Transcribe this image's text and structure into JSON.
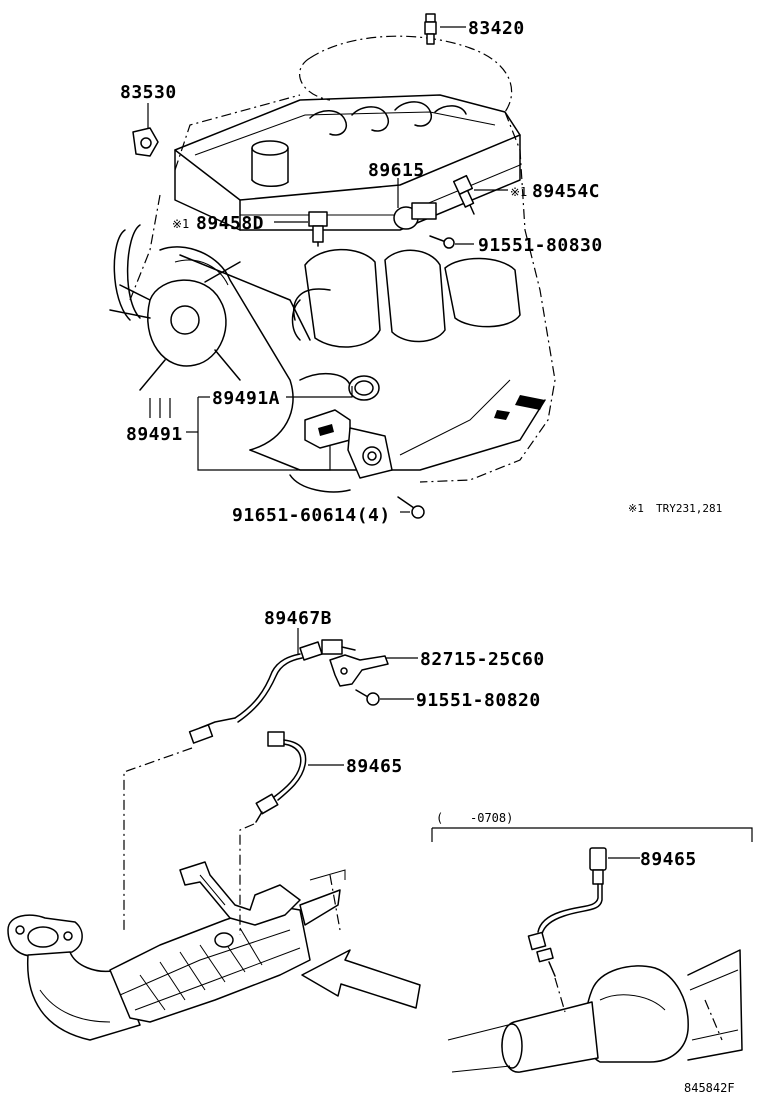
{
  "labels": {
    "p83420": "83420",
    "p83530": "83530",
    "p89615": "89615",
    "p89454C": "89454C",
    "p89458D": "89458D",
    "p91551_80830": "91551-80830",
    "p89491A": "89491A",
    "p89491": "89491",
    "p91651": "91651-60614(4)",
    "p89467B": "89467B",
    "p82715": "82715-25C60",
    "p91551_80820": "91551-80820",
    "p89465_main": "89465",
    "p89465_inset": "89465"
  },
  "notes": {
    "mark_a": "※1",
    "mark_b": "※1",
    "footnote_mark": "※1",
    "footnote_text": "TRY231,281",
    "range_open": "(",
    "range_text": "-0708)"
  },
  "figure_code": "845842F"
}
